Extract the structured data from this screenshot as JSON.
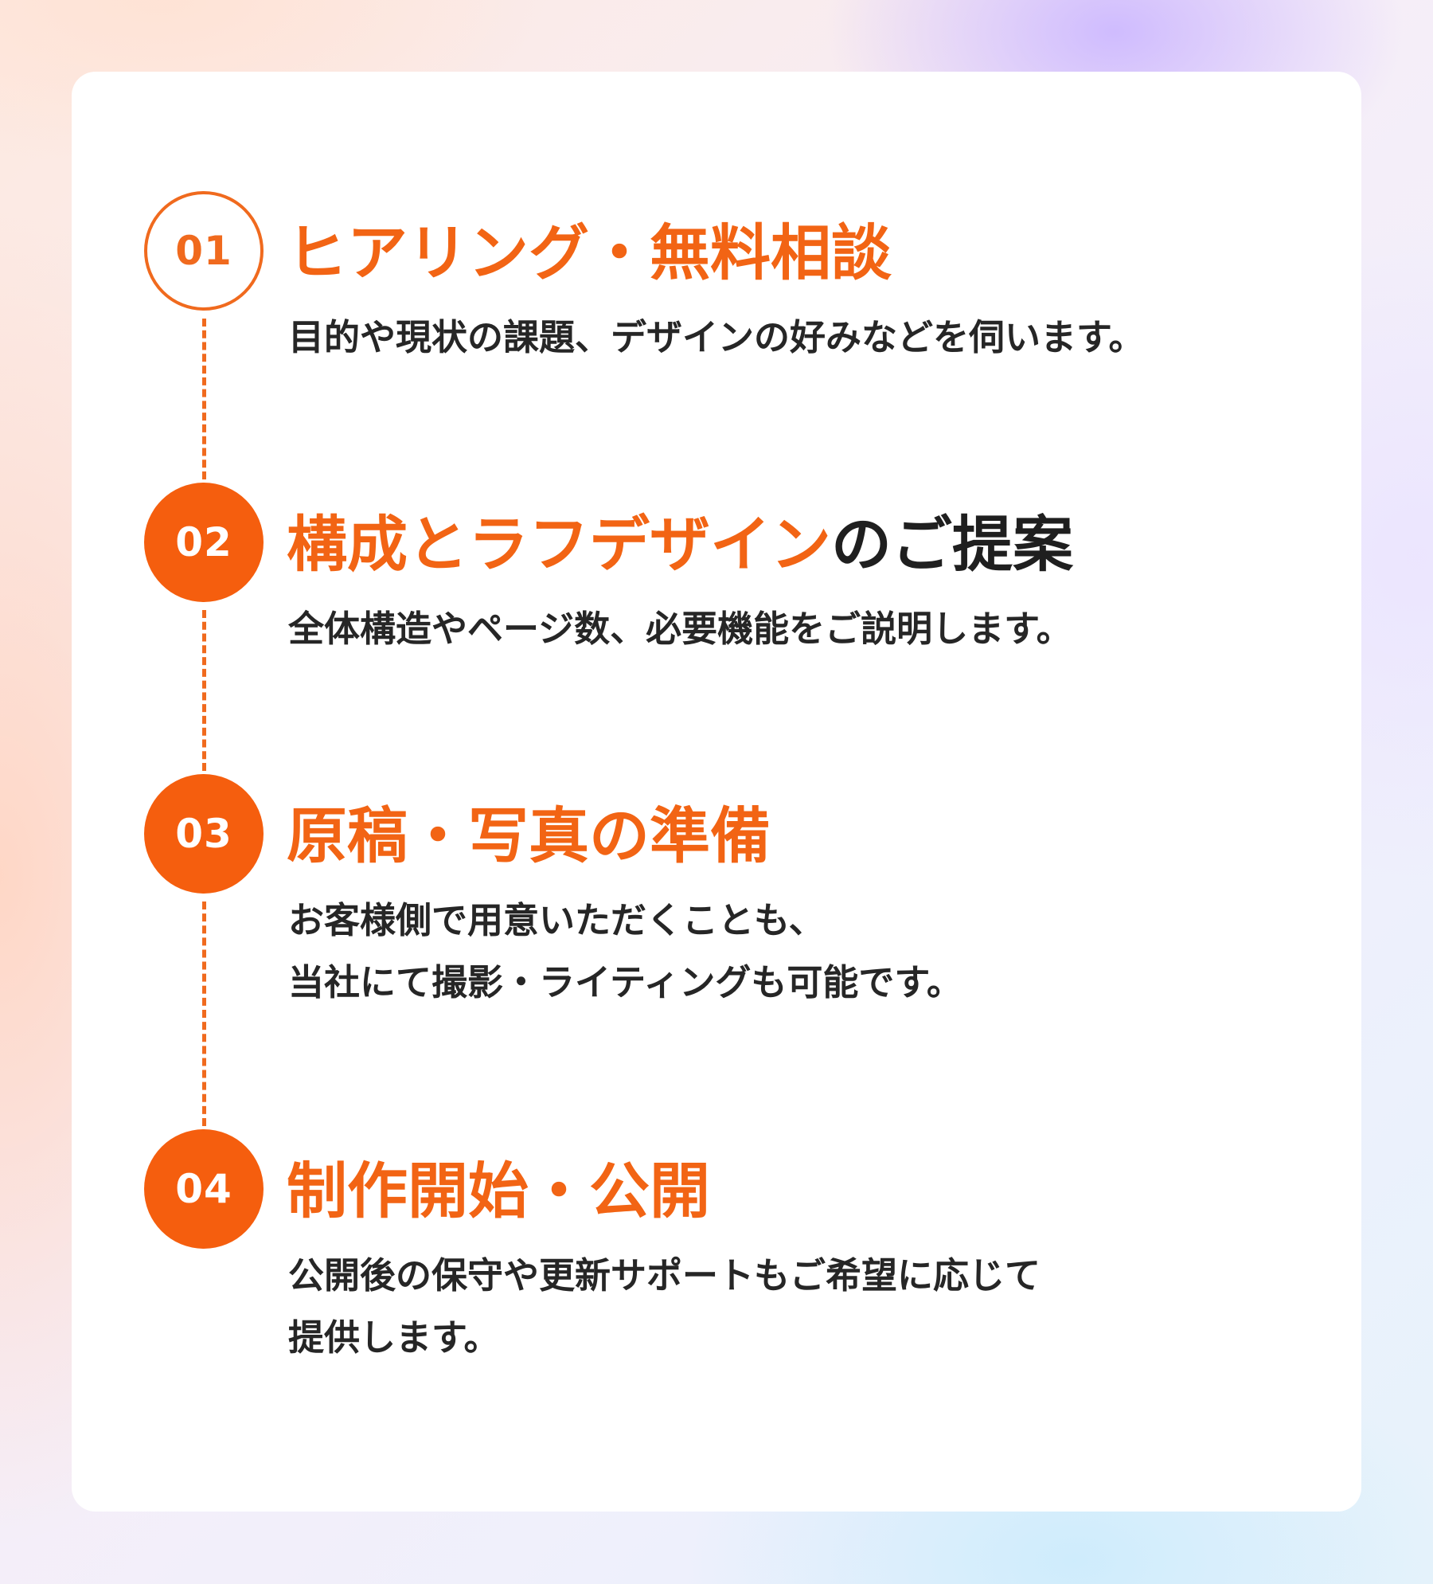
{
  "colors": {
    "accent": "#f26414",
    "badge_fill": "#f55e0e",
    "text": "#262626",
    "card": "#ffffff"
  },
  "steps": [
    {
      "number": "01",
      "title_accent": "ヒアリング・無料相談",
      "title_rest": "",
      "description": [
        "目的や現状の課題、デザインの好みなどを伺います。"
      ]
    },
    {
      "number": "02",
      "title_accent": "構成とラフデザイン",
      "title_rest": "のご提案",
      "description": [
        "全体構造やページ数、必要機能をご説明します。"
      ]
    },
    {
      "number": "03",
      "title_accent": "原稿・写真の準備",
      "title_rest": "",
      "description": [
        "お客様側で用意いただくことも、",
        "当社にて撮影・ライティングも可能です。"
      ]
    },
    {
      "number": "04",
      "title_accent": "制作開始・公開",
      "title_rest": "",
      "description": [
        "公開後の保守や更新サポートもご希望に応じて",
        "提供します。"
      ]
    }
  ]
}
